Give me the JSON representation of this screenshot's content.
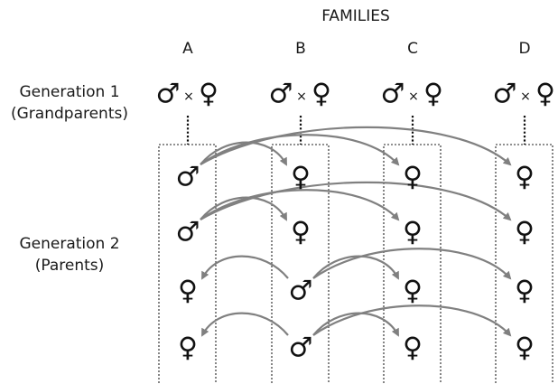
{
  "heading": "FAMILIES",
  "families": [
    "A",
    "B",
    "C",
    "D"
  ],
  "generations": [
    {
      "line1": "Generation 1",
      "line2": "(Grandparents)"
    },
    {
      "line1": "Generation 2",
      "line2": "(Parents)"
    }
  ],
  "symbols": {
    "male": "♂",
    "female": "♀",
    "cross": "×"
  },
  "grandparent_pairs": [
    {
      "family": "A",
      "male": "♂",
      "cross": "×",
      "female": "♀"
    },
    {
      "family": "B",
      "male": "♂",
      "cross": "×",
      "female": "♀"
    },
    {
      "family": "C",
      "male": "♂",
      "cross": "×",
      "female": "♀"
    },
    {
      "family": "D",
      "male": "♂",
      "cross": "×",
      "female": "♀"
    }
  ],
  "parents": [
    {
      "row": 1,
      "A": "male",
      "B": "female",
      "C": "female",
      "D": "female"
    },
    {
      "row": 2,
      "A": "male",
      "B": "female",
      "C": "female",
      "D": "female"
    },
    {
      "row": 3,
      "A": "female",
      "B": "male",
      "C": "female",
      "D": "female"
    },
    {
      "row": 4,
      "A": "female",
      "B": "male",
      "C": "female",
      "D": "female"
    }
  ],
  "matings": [
    {
      "from": "A1",
      "to": [
        "B1",
        "C1",
        "D1"
      ]
    },
    {
      "from": "A2",
      "to": [
        "B2",
        "C2",
        "D2"
      ]
    },
    {
      "from": "B3",
      "to": [
        "A3",
        "C3",
        "D3"
      ]
    },
    {
      "from": "B4",
      "to": [
        "A4",
        "C4",
        "D4"
      ]
    }
  ],
  "colors": {
    "arrow": "#808080",
    "symbol": "#111111",
    "box": "#222222"
  }
}
